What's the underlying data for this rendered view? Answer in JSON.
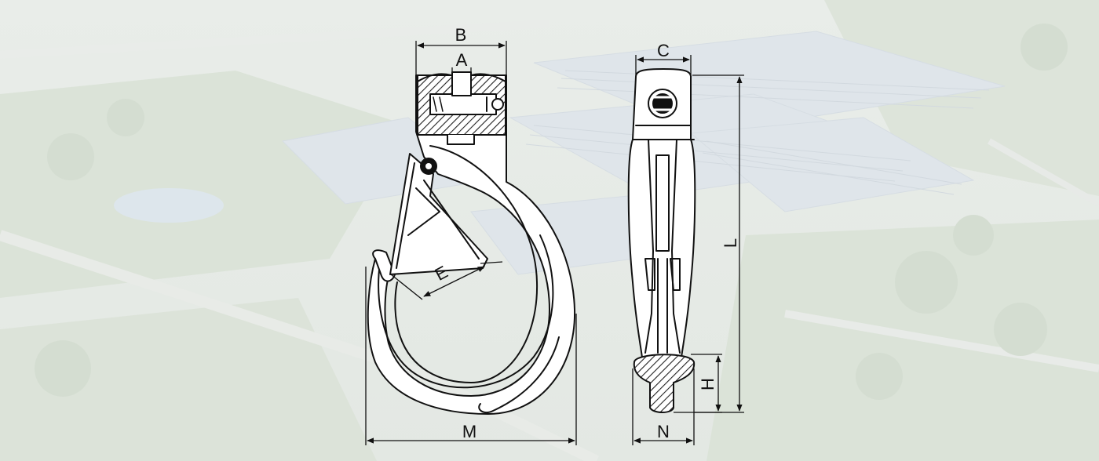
{
  "diagram": {
    "type": "technical drawing",
    "colors": {
      "line": "#111111",
      "background_tint": "#eef1ee",
      "hatch": "#222222"
    },
    "dimension_labels": {
      "A": "A",
      "B": "B",
      "C": "C",
      "E": "E",
      "H": "H",
      "L": "L",
      "M": "M",
      "N": "N"
    }
  }
}
